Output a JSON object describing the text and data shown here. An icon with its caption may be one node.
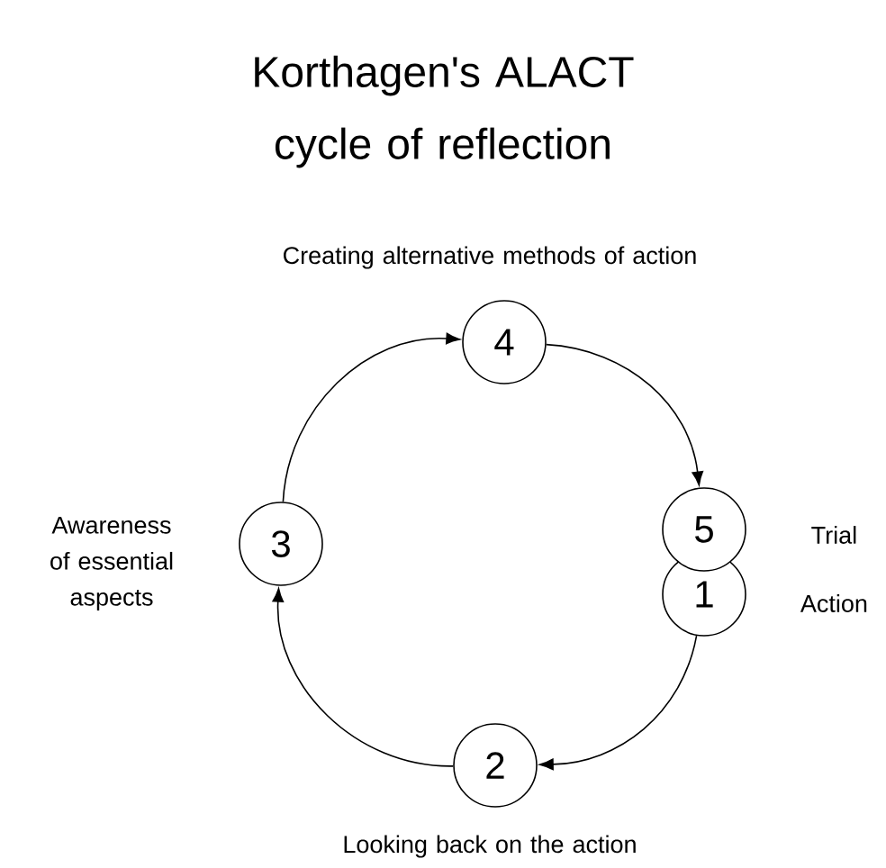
{
  "diagram": {
    "title": "Korthagen's ALACT cycle of reflection",
    "nodes": [
      {
        "text": [
          "1"
        ],
        "beside": [
          "Action"
        ]
      },
      {
        "text": [
          "2"
        ],
        "beside": [
          "Looking back on the action"
        ]
      },
      {
        "text": [
          "3"
        ],
        "beside": [
          "Awareness of essential aspects"
        ]
      },
      {
        "text": [
          "4"
        ],
        "beside": [
          "Creating alternative methods of action"
        ]
      },
      {
        "text": [
          "5"
        ],
        "beside": [
          "Trial"
        ]
      }
    ],
    "edges": [
      {
        "from": 0,
        "to": 1,
        "arrow": "to"
      },
      {
        "from": 1,
        "to": 2,
        "arrow": "to"
      },
      {
        "from": 2,
        "to": 3,
        "arrow": "to"
      },
      {
        "from": 3,
        "to": 4,
        "arrow": "to"
      }
    ]
  }
}
